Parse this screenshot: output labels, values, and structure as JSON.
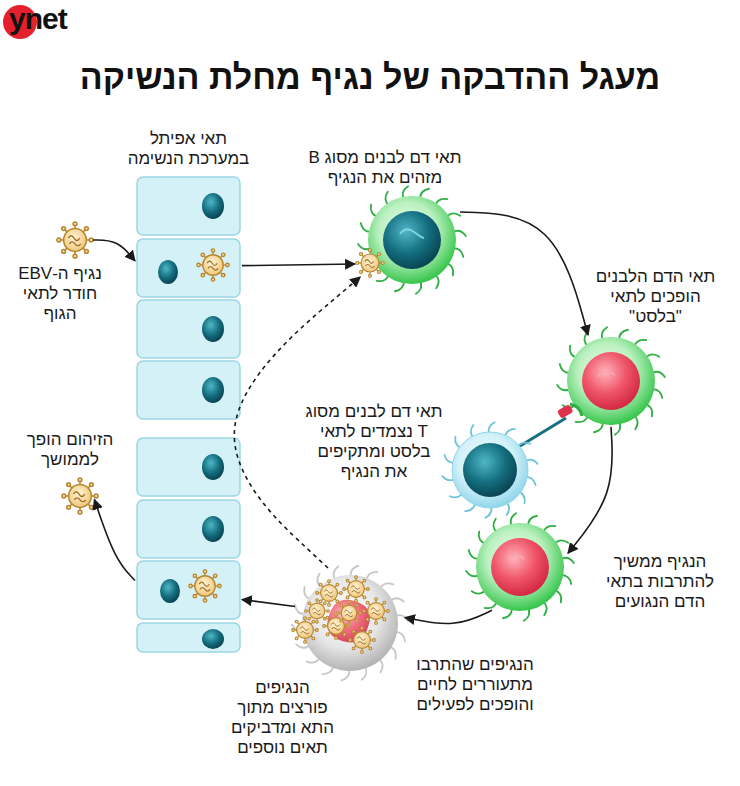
{
  "diagram": {
    "title": "מעגל ההדבקה של נגיף מחלת הנשיקה",
    "nodes": [
      {
        "text": [
          "תאי אפיתל במערכת הנשימה"
        ]
      },
      {
        "text": [
          "תאי דם לבנים מסוג B מזהים את הנגיף"
        ]
      },
      {
        "text": [
          "תאי הדם הלבנים הופכים לתאי \"בלסט\""
        ]
      },
      {
        "text": [
          "הנגיף ממשיך להתרבות בתאי הדם הנגועים"
        ]
      },
      {
        "text": [
          "הנגיפים שהתרבו מתעוררים לחיים והופכים לפעילים",
          "הנגיפים פורצים מתוך התא ומדביקים תאים נוספים"
        ]
      },
      {
        "text": [
          "תאי דם לבנים מסוג T נצמדים לתאי בלסט ומתקיפים את הנגיף"
        ]
      },
      {
        "text": [
          "נגיף ה-EBV חודר לתאי הגוף"
        ]
      },
      {
        "text": [
          "הזיהום הופך לממושך"
        ]
      }
    ],
    "edges": [
      {
        "from": 6,
        "to": 0,
        "arrow": "to"
      },
      {
        "from": 0,
        "to": 1,
        "arrow": "to"
      },
      {
        "from": 1,
        "to": 2,
        "arrow": "to"
      },
      {
        "from": 2,
        "to": 3,
        "arrow": "to"
      },
      {
        "from": 3,
        "to": 4,
        "arrow": "to"
      },
      {
        "from": 4,
        "to": 0,
        "arrow": "to"
      },
      {
        "from": 0,
        "to": 7,
        "arrow": "to"
      },
      {
        "from": 4,
        "to": 1,
        "arrow": "to"
      }
    ],
    "labels": [
      "ynet"
    ]
  }
}
